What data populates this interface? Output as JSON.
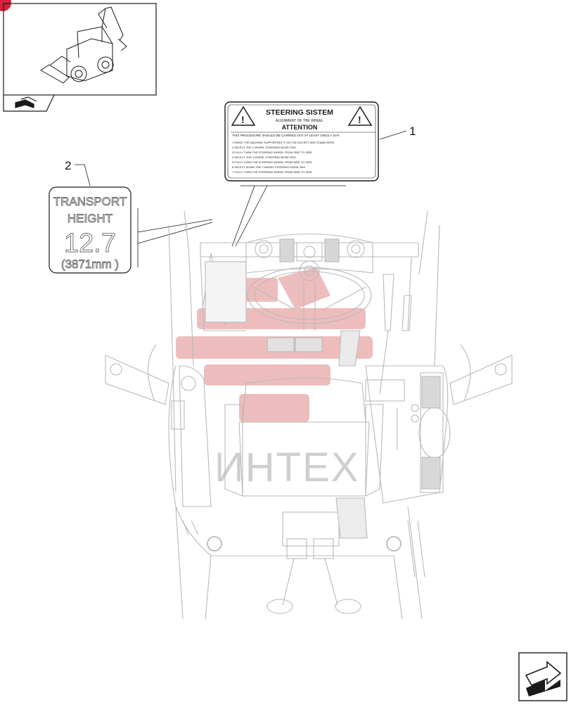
{
  "colors": {
    "line": "#1a1a1a",
    "faint": "#b9b9b9",
    "watermark": "#e8a8a8",
    "watermark_text": "#cfcfcf",
    "badge": "#d6213b"
  },
  "thumbnail": {
    "image": "backhoe-loader",
    "icon": "book-arrow-icon"
  },
  "label_steering": {
    "callout": "1",
    "title": "STEERING SISTEM",
    "subtitle": "ALIGNMENT OF THE WHEEL",
    "heading": "ATTENTION",
    "intro": "THIS PROCEDURE SHOULD BE CARRIED OUT AT LEAST ONCE A DAY",
    "steps": [
      "1 RAISE THE MACHINE SUPPORTING IT ON THE BUCKET AND STABILISERS",
      "2 SELECT THE 2 WHEEL STEERING MODE 2WS",
      "3 FULLY TURN THE STEERING WHEEL FROM SIDE TO SIDE",
      "4 SELECT THE 4 WHEEL STEERING MODE 4WS",
      "5 FULLY TURN THE STEERING WHEEL FROM SIDE TO SIDE",
      "6 SELECT AGAIN THE 2 WHEEL STEERING MODE 2WS",
      "7 FULLY TURN THE STEERING WHEEL FROM SIDE TO SIDE"
    ]
  },
  "label_height": {
    "callout": "2",
    "line1": "TRANSPORT",
    "line2": "HEIGHT",
    "value": "12.7",
    "metric": "(3871mm )"
  },
  "watermark": {
    "text": "ИНТЕХ"
  },
  "nav": {
    "icon": "next-page-arrow-icon"
  }
}
